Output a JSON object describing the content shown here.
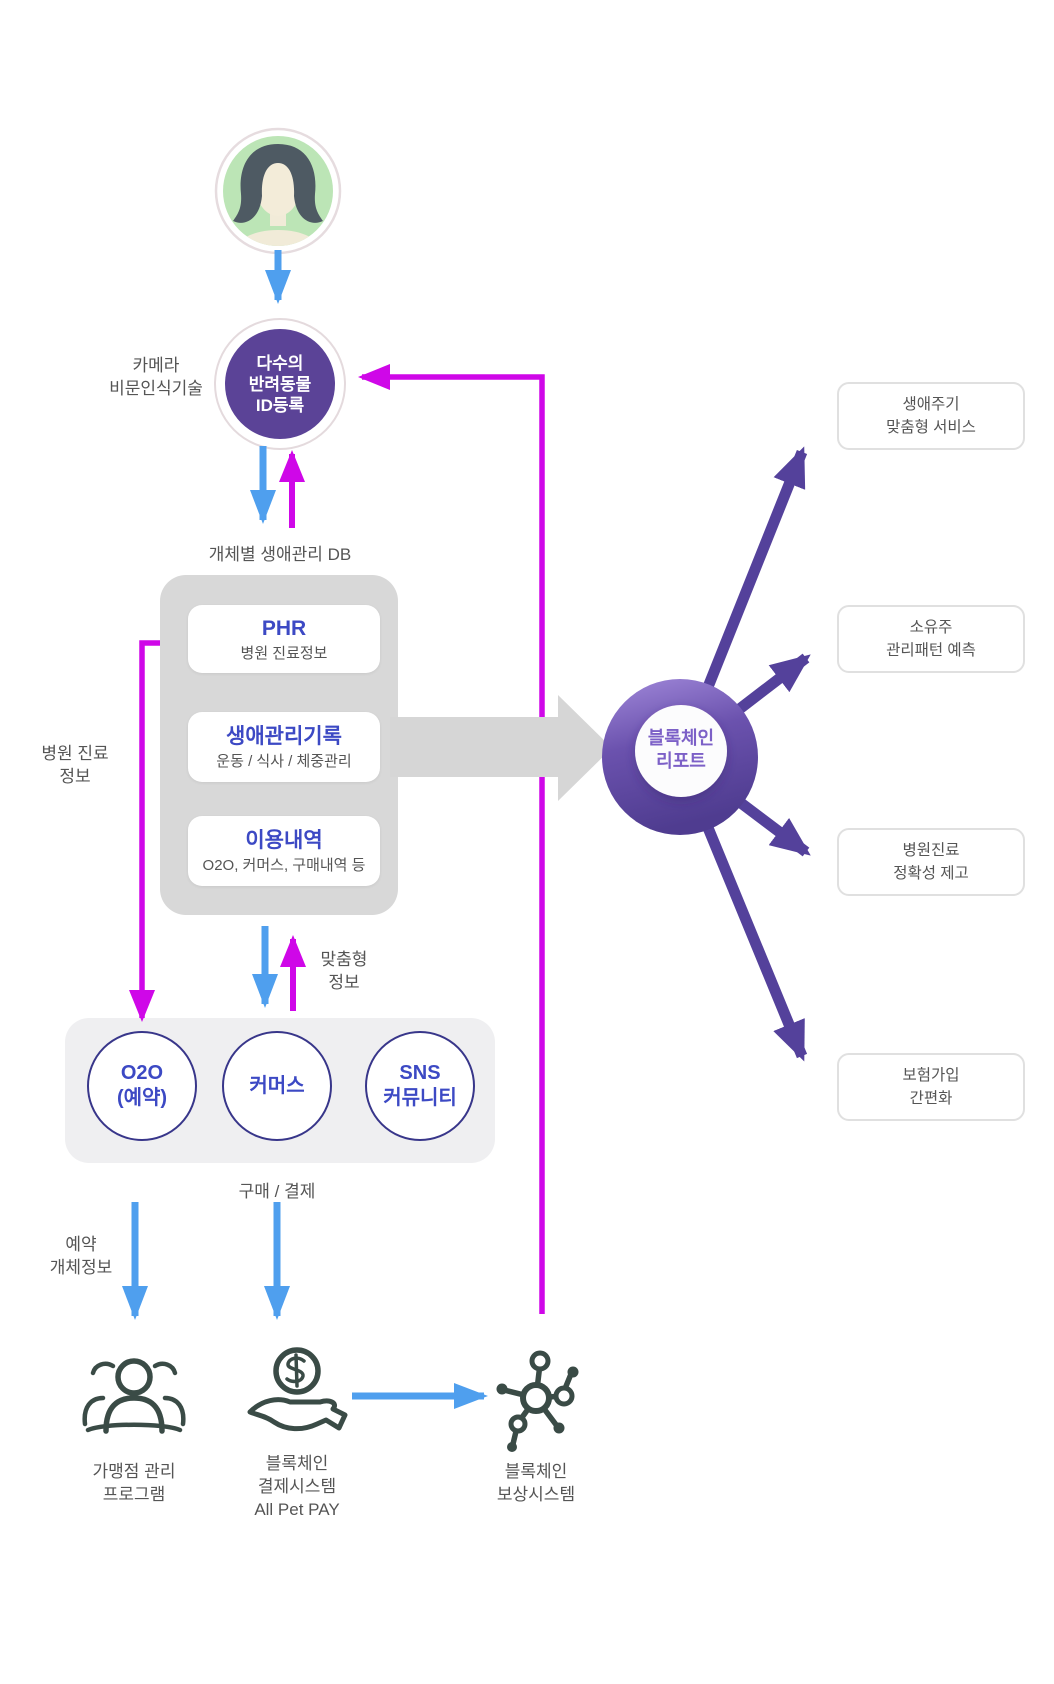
{
  "colors": {
    "blue_arrow": "#4f9fee",
    "magenta_arrow": "#cf07e8",
    "purple_node": "#5b4397",
    "title_blue": "#3c49c4",
    "report_ring_light": "#a189da",
    "report_ring_dark": "#4f3c90",
    "report_text": "#7c60c7",
    "outcome_arrow": "#54419b",
    "icon_dark": "#3a4b46",
    "label_gray": "#555555",
    "db_container_gray": "#d8d8d8",
    "services_container_gray": "#efeff1"
  },
  "top": {
    "user_icon": "user-avatar-icon",
    "camera_label": {
      "lines": [
        "카메라",
        "비문인식기술"
      ]
    },
    "id_node": {
      "lines": [
        "다수의",
        "반려동물",
        "ID등록"
      ]
    }
  },
  "db": {
    "label": "개체별 생애관리 DB",
    "items": [
      {
        "title": "PHR",
        "subtitle": "병원 진료정보"
      },
      {
        "title": "생애관리기록",
        "subtitle": "운동 / 식사 / 체중관리"
      },
      {
        "title": "이용내역",
        "subtitle": "O2O, 커머스, 구매내역 등"
      }
    ]
  },
  "flow_labels": {
    "hospital_info": {
      "lines": [
        "병원 진료",
        "정보"
      ]
    },
    "custom_info": {
      "lines": [
        "맞춤형",
        "정보"
      ]
    },
    "purchase_payment": "구매 / 결제",
    "reservation_info": {
      "lines": [
        "예약",
        "개체정보"
      ]
    }
  },
  "services": {
    "circles": [
      {
        "lines": [
          "O2O",
          "(예약)"
        ]
      },
      {
        "lines": [
          "커머스"
        ]
      },
      {
        "lines": [
          "SNS",
          "커뮤니티"
        ]
      }
    ]
  },
  "report": {
    "lines": [
      "블록체인",
      "리포트"
    ]
  },
  "outcomes": [
    {
      "lines": [
        "생애주기",
        "맞춤형 서비스"
      ]
    },
    {
      "lines": [
        "소유주",
        "관리패턴 예측"
      ]
    },
    {
      "lines": [
        "병원진료",
        "정확성 제고"
      ]
    },
    {
      "lines": [
        "보험가입",
        "간편화"
      ]
    }
  ],
  "bottom": [
    {
      "icon": "people-group-icon",
      "lines": [
        "가맹점 관리",
        "프로그램"
      ]
    },
    {
      "icon": "dollar-hand-icon",
      "lines": [
        "블록체인",
        "결제시스템",
        "All Pet PAY"
      ]
    },
    {
      "icon": "network-icon",
      "lines": [
        "블록체인",
        "보상시스템"
      ]
    }
  ]
}
